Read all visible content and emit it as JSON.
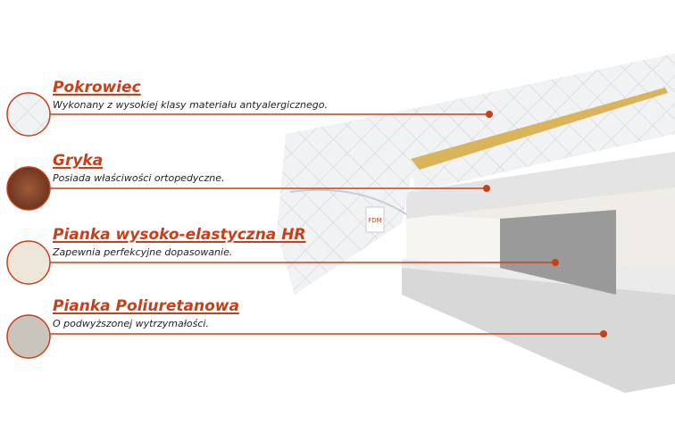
{
  "layers": [
    {
      "title": "Pokrowiec",
      "description": "Wykonany z wysokiej klasy materiału antyalergicznego.",
      "swatch_color": "#f3f4f6"
    },
    {
      "title": "Gryka",
      "description": "Posiada właściwości ortopedyczne.",
      "swatch_color": "#8a4a2e"
    },
    {
      "title": "Pianka wysoko-elastyczna HR",
      "description": "Zapewnia perfekcyjne dopasowanie.",
      "swatch_color": "#efe6da"
    },
    {
      "title": "Pianka Poliuretanowa",
      "description": "O podwyższonej wytrzymałości.",
      "swatch_color": "#c9c5bd"
    }
  ],
  "label_logo": "FDM",
  "accent_color": "#c8401a"
}
